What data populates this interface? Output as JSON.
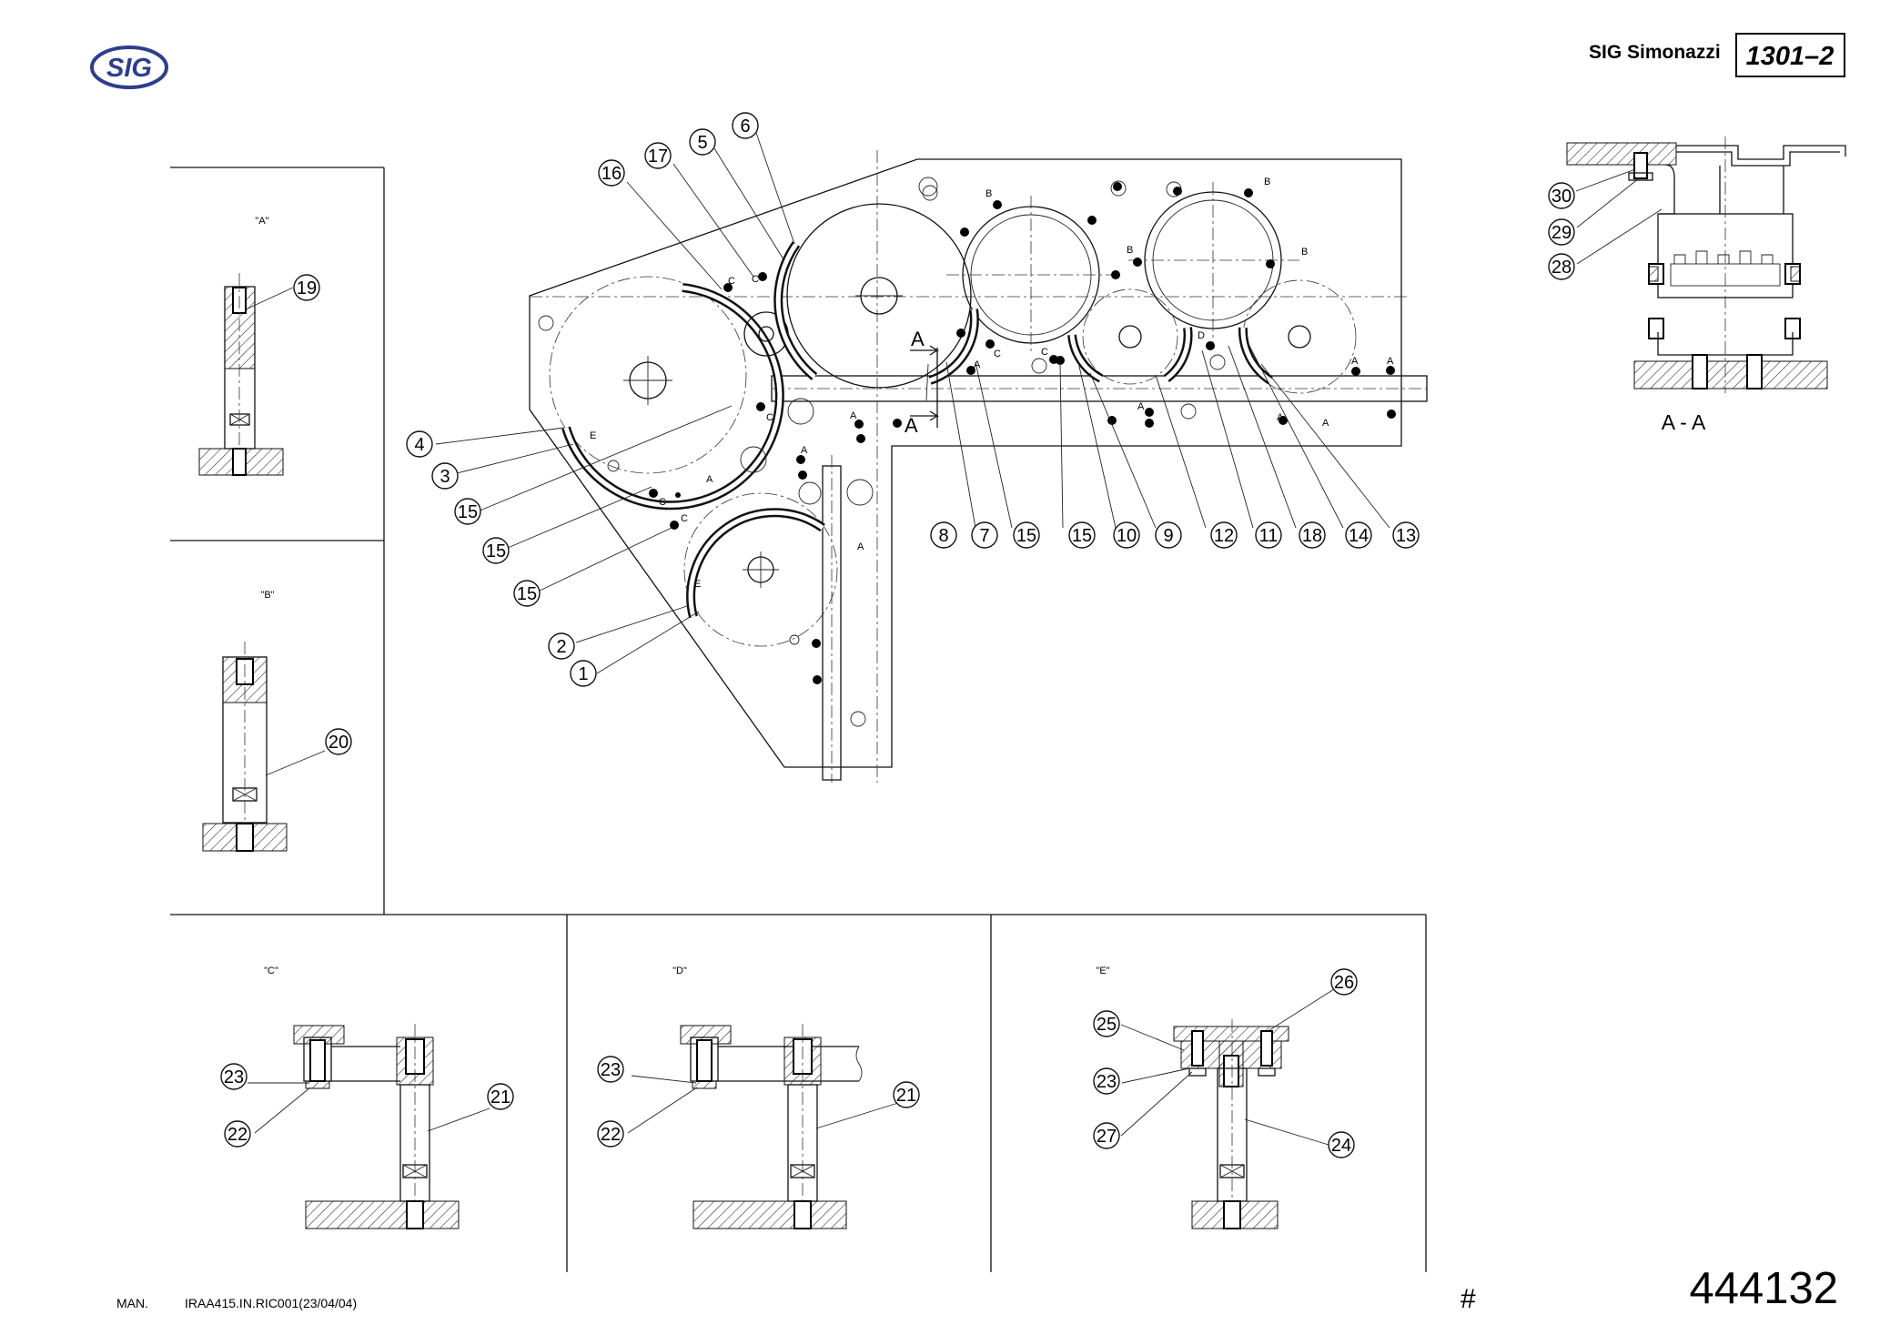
{
  "header": {
    "logo_text": "SIG",
    "brand": "SIG Simonazzi",
    "sheet_code": "1301–2"
  },
  "footer": {
    "man_label": "MAN.",
    "doc_ref": "IRAA415.IN.RIC001(23/04/04)",
    "hash": "#",
    "page_number": "444132"
  },
  "views": {
    "a": "\"A\"",
    "b": "\"B\"",
    "c": "\"C\"",
    "d": "\"D\"",
    "e": "\"E\"",
    "section": "A - A"
  },
  "markers": {
    "a": "A",
    "b": "B",
    "c": "C",
    "d": "D",
    "e": "E"
  },
  "callouts": {
    "c1": "1",
    "c2": "2",
    "c3": "3",
    "c4": "4",
    "c5": "5",
    "c6": "6",
    "c7": "7",
    "c8": "8",
    "c9": "9",
    "c10": "10",
    "c11": "11",
    "c12": "12",
    "c13": "13",
    "c14": "14",
    "c15": "15",
    "c16": "16",
    "c17": "17",
    "c18": "18",
    "c19": "19",
    "c20": "20",
    "c21": "21",
    "c22": "22",
    "c23": "23",
    "c24": "24",
    "c25": "25",
    "c26": "26",
    "c27": "27",
    "c28": "28",
    "c29": "29",
    "c30": "30"
  }
}
